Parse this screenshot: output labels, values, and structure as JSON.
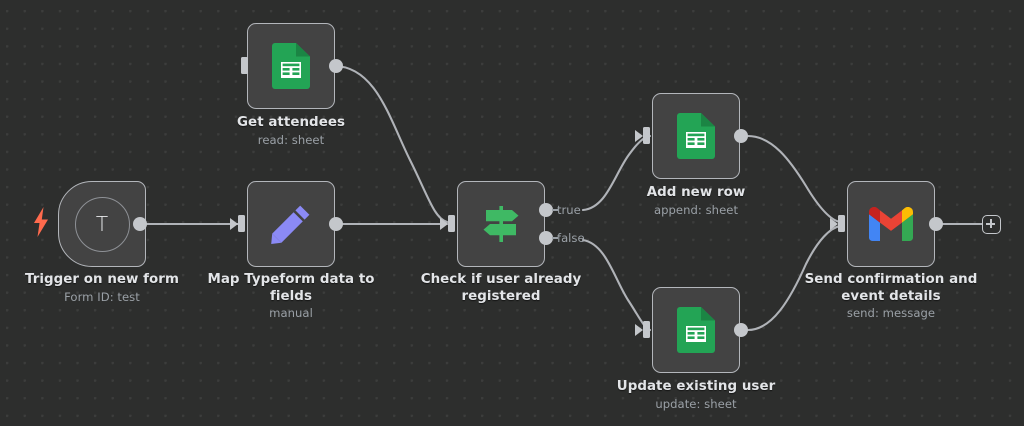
{
  "app": {
    "name": "n8n-workflow-canvas",
    "canvas_background": "#2d2e2d",
    "grid_dot_color": "#3c3d3c",
    "node_fill": "#434343",
    "node_border": "#b3b6bb",
    "connector_color": "#b0b3b8",
    "label_color": "#e3e5e8",
    "sublabel_color": "#9aa0a6"
  },
  "nodes": [
    {
      "id": "trigger-on-new-form",
      "label": "Trigger on new form",
      "sublabel": "Form ID: test",
      "icon": "typeform-icon",
      "icon_glyph": "T",
      "kind": "trigger",
      "accent": "#ff6a4d"
    },
    {
      "id": "get-attendees",
      "label": "Get attendees",
      "sublabel": "read: sheet",
      "icon": "google-sheets-icon",
      "kind": "action",
      "accent": "#23a455"
    },
    {
      "id": "map-typeform-data-to-fields",
      "label": "Map Typeform data to fields",
      "sublabel": "manual",
      "icon": "pencil-icon",
      "kind": "action",
      "accent": "#8b8af5"
    },
    {
      "id": "check-if-user-already-registered",
      "label": "Check if user already registered",
      "sublabel": "",
      "icon": "signpost-switch-icon",
      "kind": "conditional",
      "accent": "#3fb964",
      "outputs": [
        "true",
        "false"
      ]
    },
    {
      "id": "add-new-row",
      "label": "Add new row",
      "sublabel": "append: sheet",
      "icon": "google-sheets-icon",
      "kind": "action",
      "accent": "#23a455"
    },
    {
      "id": "update-existing-user",
      "label": "Update existing user",
      "sublabel": "update: sheet",
      "icon": "google-sheets-icon",
      "kind": "action",
      "accent": "#23a455"
    },
    {
      "id": "send-confirmation-and-event-details",
      "label": "Send confirmation and event details",
      "sublabel": "send: message",
      "icon": "gmail-icon",
      "kind": "action",
      "accent": "#ea4335"
    }
  ],
  "branch_labels": {
    "true": "true",
    "false": "false"
  },
  "add_button": {
    "label": "+",
    "name": "add-node-button"
  }
}
